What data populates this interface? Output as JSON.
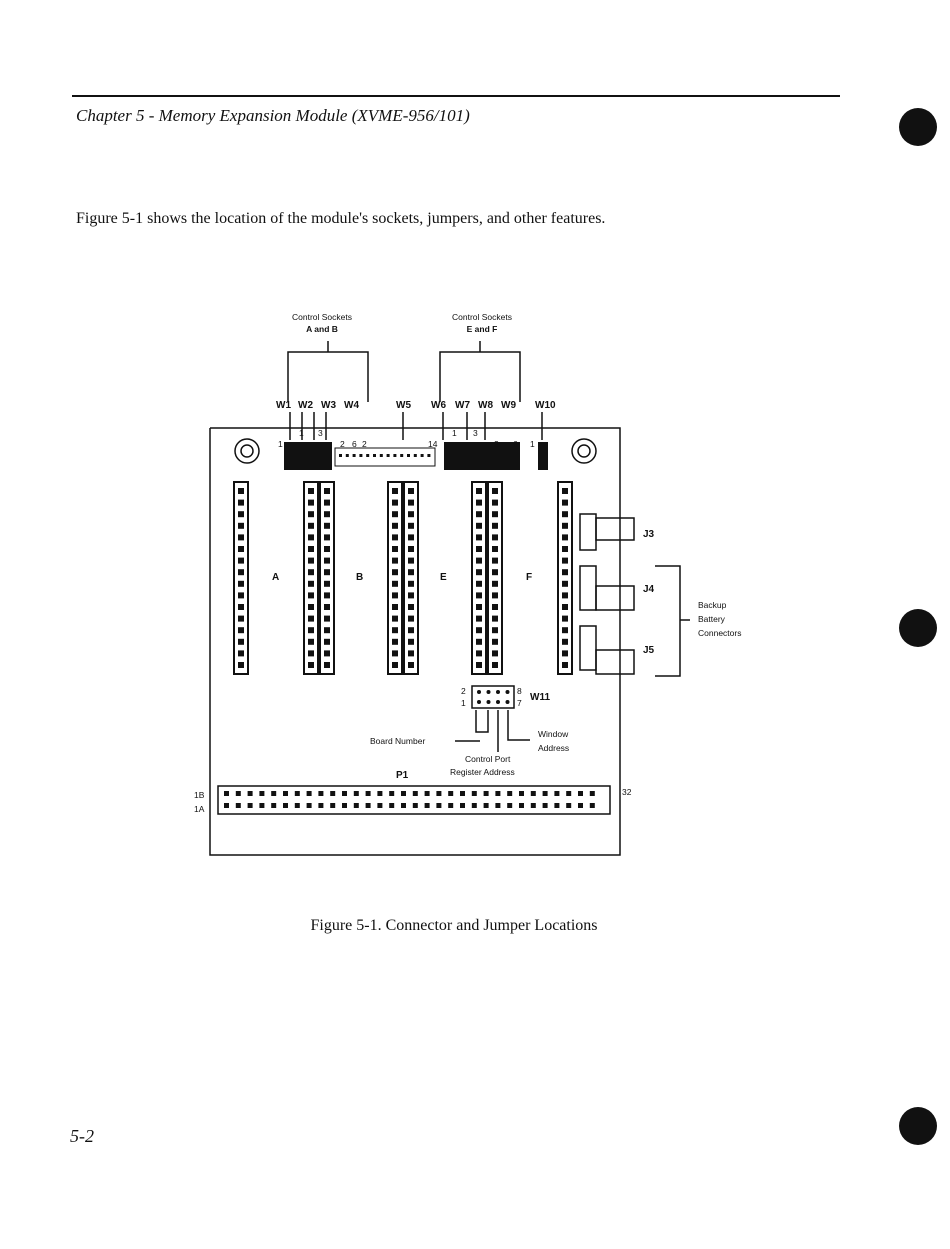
{
  "header": {
    "title": "Chapter 5 - Memory Expansion Module (XVME-956/101)"
  },
  "intro_text": "Figure 5-1 shows the location of the module's sockets, jumpers, and other features.",
  "figure": {
    "group_labels": {
      "ab_line1": "Control Sockets",
      "ab_line2": "A and B",
      "ef_line1": "Control Sockets",
      "ef_line2": "E and F"
    },
    "jumpers": {
      "w1": "W1",
      "w2": "W2",
      "w3": "W3",
      "w4": "W4",
      "w5": "W5",
      "w6": "W6",
      "w7": "W7",
      "w8": "W8",
      "w9": "W9",
      "w10": "W10",
      "w11": "W11"
    },
    "pins": {
      "p1": "1",
      "p3": "3",
      "p2": "2",
      "p6": "6",
      "p2b": "2",
      "p14": "14",
      "q1": "1",
      "q3": "3",
      "q2": "2",
      "q6": "6",
      "q1b": "1",
      "w11_2": "2",
      "w11_1": "1",
      "w11_8": "8",
      "w11_7": "7"
    },
    "sockets": {
      "a": "A",
      "b": "B",
      "e": "E",
      "f": "F"
    },
    "connectors": {
      "j3": "J3",
      "j4": "J4",
      "j5": "J5",
      "p1": "P1"
    },
    "battery_label": [
      "Backup",
      "Battery",
      "Connectors"
    ],
    "w11_labels": {
      "board_number": "Board Number",
      "window_1": "Window",
      "window_2": "Address",
      "control_1": "Control Port",
      "control_2": "Register Address"
    },
    "p1_rows": {
      "top_left": "1B",
      "bottom_left": "1A",
      "right": "32"
    }
  },
  "caption": "Figure 5-1.  Connector and Jumper Locations",
  "page_number": "5-2"
}
